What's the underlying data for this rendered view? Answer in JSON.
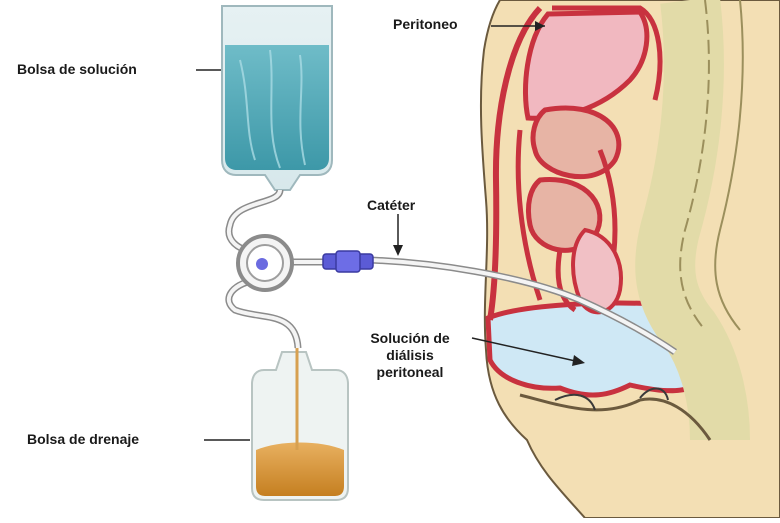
{
  "labels": {
    "solution_bag": "Bolsa de solución",
    "peritoneum": "Peritoneo",
    "catheter": "Catéter",
    "dialysis_solution_line1": "Solución de",
    "dialysis_solution_line2": "diálisis",
    "dialysis_solution_line3": "peritoneal",
    "drain_bag": "Bolsa de drenaje"
  },
  "colors": {
    "solution_fluid": "#4fa7b5",
    "drain_fluid": "#d99a35",
    "skin": "#f3dfb4",
    "tissue_red": "#c8323f",
    "peritoneal_fluid": "#cfe8f5",
    "spine": "#f4eec6"
  }
}
